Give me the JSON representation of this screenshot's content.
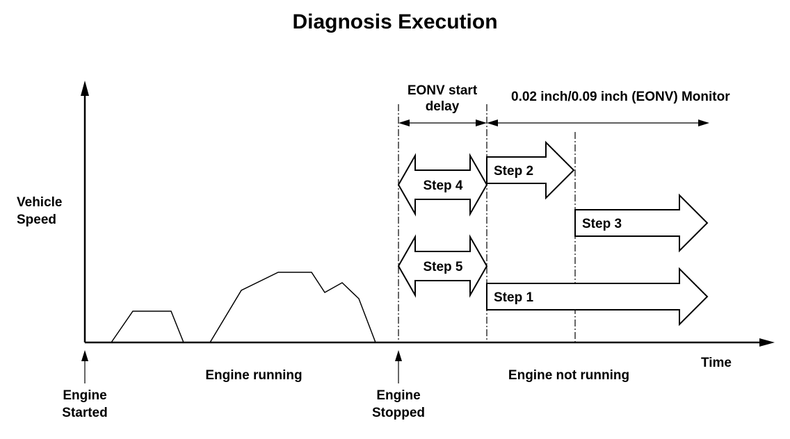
{
  "title": "Diagnosis Execution",
  "y_axis_label": [
    "Vehicle",
    "Speed"
  ],
  "x_axis_label": "Time",
  "phases": {
    "running": "Engine running",
    "not_running": "Engine not running"
  },
  "events": {
    "started": [
      "Engine",
      "Started"
    ],
    "stopped": [
      "Engine",
      "Stopped"
    ]
  },
  "intervals": {
    "start_delay": [
      "EONV start",
      "delay"
    ],
    "monitor": "0.02 inch/0.09 inch (EONV) Monitor"
  },
  "steps": {
    "step1": "Step 1",
    "step2": "Step 2",
    "step3": "Step 3",
    "step4": "Step 4",
    "step5": "Step 5"
  },
  "colors": {
    "ink": "#000000",
    "background": "#ffffff"
  }
}
